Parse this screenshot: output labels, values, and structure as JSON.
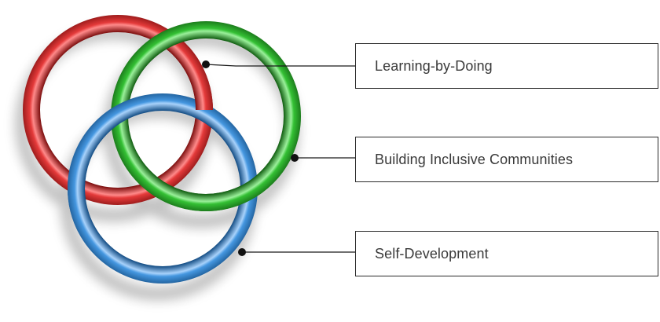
{
  "rings": [
    {
      "name": "red",
      "color": "#d42a2a"
    },
    {
      "name": "green",
      "color": "#2fb52f"
    },
    {
      "name": "blue",
      "color": "#3e8ed6"
    }
  ],
  "labels": [
    {
      "text": "Learning-by-Doing",
      "ring": "red"
    },
    {
      "text": "Building Inclusive Communities",
      "ring": "green"
    },
    {
      "text": "Self-Development",
      "ring": "blue"
    }
  ],
  "connector_color": "#1a1a1a"
}
